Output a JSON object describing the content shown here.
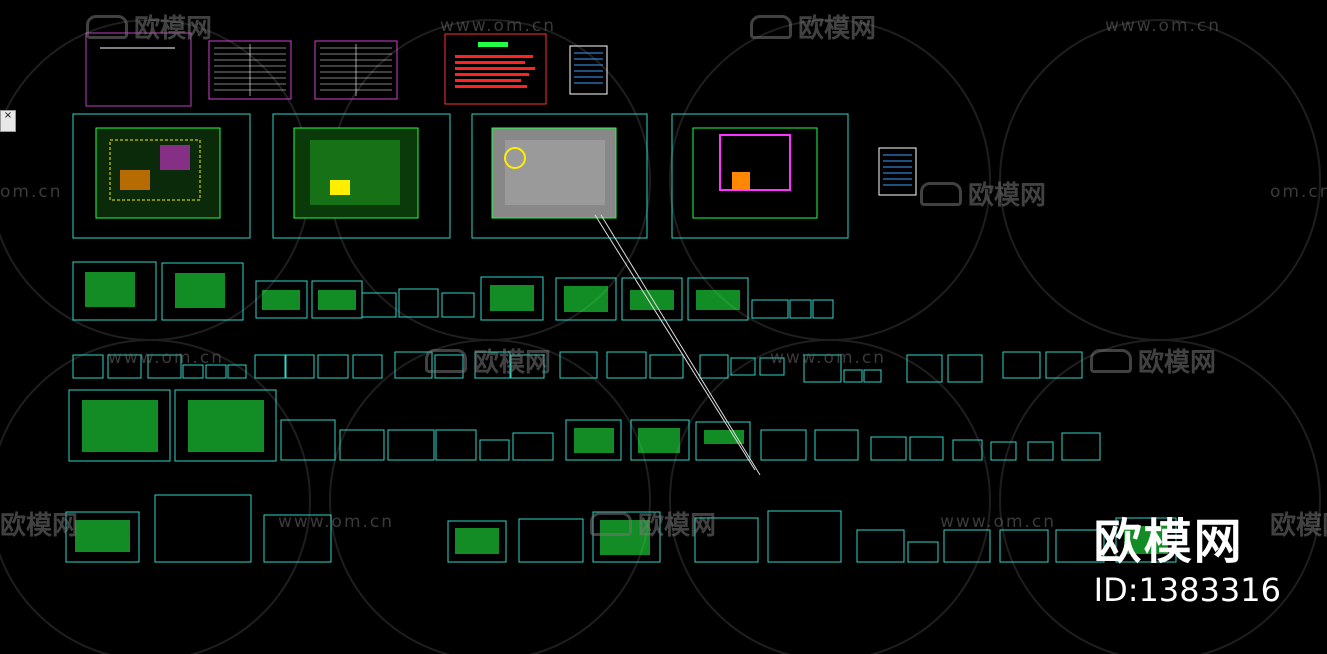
{
  "watermarks": {
    "site": "www.om.cn",
    "site_short": "om.cn",
    "logo": "欧模网"
  },
  "brand": {
    "name": "欧模网",
    "id_text": "ID:1383316"
  },
  "close_glyph": "×",
  "colors": {
    "sheet_border": "#2fd6c8",
    "content": "#22ff44",
    "accent_magenta": "#ff33ff",
    "accent_red": "#ff2222",
    "accent_yellow": "#ffee00",
    "accent_grey": "#8c8c8c"
  }
}
